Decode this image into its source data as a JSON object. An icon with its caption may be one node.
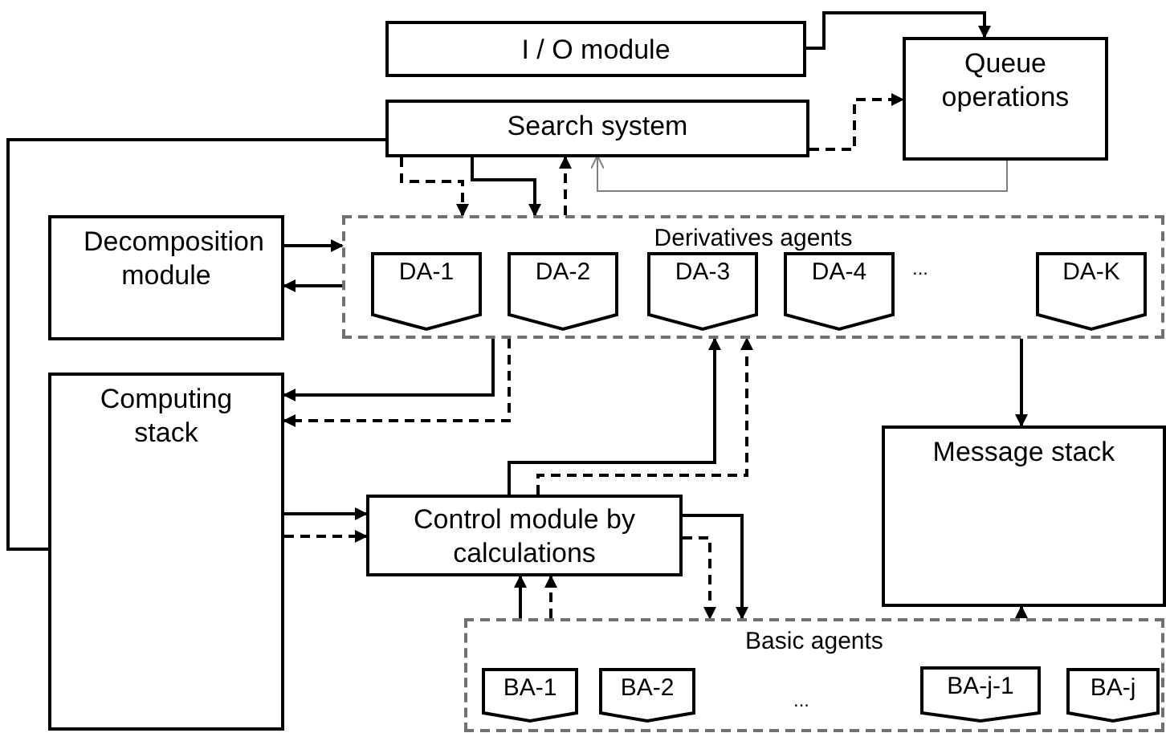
{
  "diagram": {
    "nodes": [
      {
        "text": [
          "I / O module"
        ]
      },
      {
        "text": [
          "Queue operations"
        ]
      },
      {
        "text": [
          "Search system"
        ]
      },
      {
        "text": [
          "Decomposition module"
        ]
      },
      {
        "text": [
          "Derivatives agents"
        ]
      },
      {
        "text": [
          "DA-1"
        ],
        "in": 4
      },
      {
        "text": [
          "DA-2"
        ],
        "in": 4
      },
      {
        "text": [
          "DA-3"
        ],
        "in": 4
      },
      {
        "text": [
          "DA-4"
        ],
        "in": 4
      },
      {
        "text": [
          "DA-K"
        ],
        "in": 4
      },
      {
        "text": [
          "Computing stack"
        ]
      },
      {
        "text": [
          "Message stack"
        ]
      },
      {
        "text": [
          "Control module by calculations"
        ]
      },
      {
        "text": [
          "Basic agents"
        ]
      },
      {
        "text": [
          "BA-1"
        ],
        "in": 13
      },
      {
        "text": [
          "BA-2"
        ],
        "in": 13
      },
      {
        "text": [
          "BA-j-1"
        ],
        "in": 13
      },
      {
        "text": [
          "BA-j"
        ],
        "in": 13
      }
    ],
    "edges": [
      {
        "from": 0,
        "to": 1,
        "arrow": "to"
      },
      {
        "from": 2,
        "to": 1,
        "arrow": "to",
        "style": "dashed"
      },
      {
        "from": 1,
        "to": 2,
        "arrow": "to",
        "color": "#808080"
      },
      {
        "from": 2,
        "to": 4,
        "arrow": "to",
        "style": "dashed"
      },
      {
        "from": 2,
        "to": 4,
        "arrow": "to"
      },
      {
        "from": 4,
        "to": 2,
        "arrow": "to",
        "style": "dashed"
      },
      {
        "from": 2,
        "to": 10,
        "arrow": "none"
      },
      {
        "from": 3,
        "to": 4,
        "arrow": "to"
      },
      {
        "from": 4,
        "to": 3,
        "arrow": "to"
      },
      {
        "from": 4,
        "to": 10,
        "arrow": "to"
      },
      {
        "from": 4,
        "to": 10,
        "arrow": "to",
        "style": "dashed"
      },
      {
        "from": 10,
        "to": 12,
        "arrow": "to"
      },
      {
        "from": 10,
        "to": 12,
        "arrow": "to",
        "style": "dashed"
      },
      {
        "from": 12,
        "to": 4,
        "arrow": "to"
      },
      {
        "from": 12,
        "to": 4,
        "arrow": "to",
        "style": "dashed"
      },
      {
        "from": 12,
        "to": 13,
        "arrow": "to"
      },
      {
        "from": 12,
        "to": 13,
        "arrow": "to",
        "style": "dashed"
      },
      {
        "from": 13,
        "to": 12,
        "arrow": "to"
      },
      {
        "from": 13,
        "to": 12,
        "arrow": "to",
        "style": "dashed"
      },
      {
        "from": 4,
        "to": 11,
        "arrow": "to"
      },
      {
        "from": 13,
        "to": 11,
        "arrow": "to"
      }
    ],
    "labels": [
      "...",
      "..."
    ]
  }
}
